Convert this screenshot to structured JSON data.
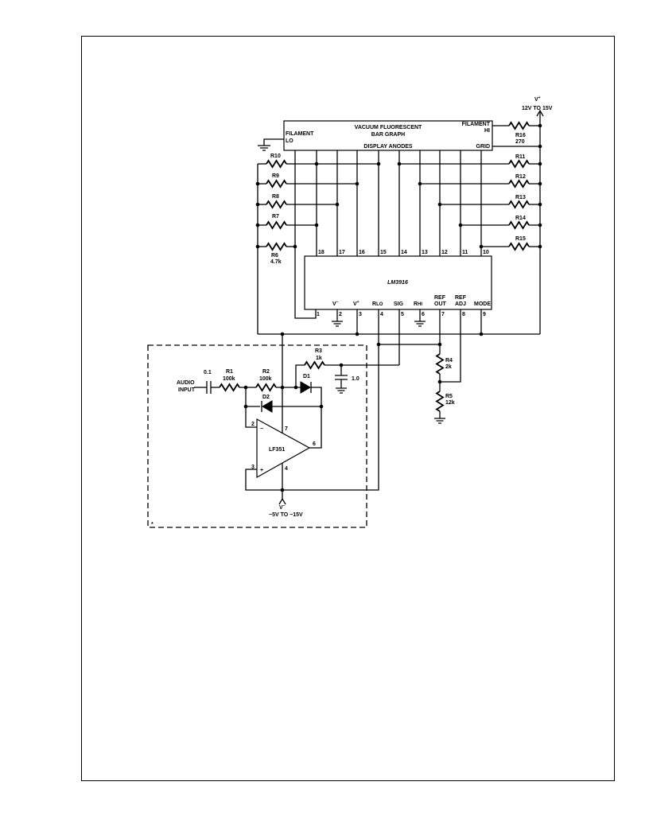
{
  "display": {
    "title_line1": "VACUUM FLUORESCENT",
    "title_line2": "BAR GRAPH",
    "filament_lo_1": "FILAMENT",
    "filament_lo_2": "LO",
    "filament_hi_1": "FILAMENT",
    "filament_hi_2": "HI",
    "display_anodes": "DISPLAY ANODES",
    "grid": "GRID"
  },
  "supply": {
    "vplus": "V",
    "vplus_sup": "+",
    "range": "12V TO 15V",
    "vminus": "V",
    "vminus_sup": "−",
    "vminus_range": "−5V TO −15V"
  },
  "resistors": {
    "r16": "R16",
    "r16_value": "270",
    "r6": "R6",
    "r6_value": "4.7k",
    "r7": "R7",
    "r8": "R8",
    "r9": "R9",
    "r10": "R10",
    "r11": "R11",
    "r12": "R12",
    "r13": "R13",
    "r14": "R14",
    "r15": "R15",
    "r1": "R1",
    "r1_value": "100k",
    "r2": "R2",
    "r2_value": "100k",
    "r3": "R3",
    "r3_value": "1k",
    "r4": "R4",
    "r4_value": "2k",
    "r5": "R5",
    "r5_value": "12k"
  },
  "ic": {
    "name": "LM3916",
    "top_pins": [
      "18",
      "17",
      "16",
      "15",
      "14",
      "13",
      "12",
      "11",
      "10"
    ],
    "bottom_pins": [
      "1",
      "2",
      "3",
      "4",
      "5",
      "6",
      "7",
      "8",
      "9"
    ],
    "label_vminus": "V",
    "label_vplus": "V",
    "label_rlo": "R",
    "label_rlo_sub": "LO",
    "label_sig": "SIG",
    "label_rhi": "R",
    "label_rhi_sub": "HI",
    "label_ref_out_1": "REF",
    "label_ref_out_2": "OUT",
    "label_ref_adj_1": "REF",
    "label_ref_adj_2": "ADJ",
    "label_mode": "MODE"
  },
  "input_circuit": {
    "audio_1": "AUDIO",
    "audio_2": "INPUT",
    "c_in": "0.1",
    "c_out": "1.0",
    "d1": "D1",
    "d2": "D2",
    "opamp": "LF351",
    "pin2": "2",
    "pin3": "3",
    "pin4": "4",
    "pin6": "6",
    "pin7": "7",
    "note_mark": "*"
  }
}
